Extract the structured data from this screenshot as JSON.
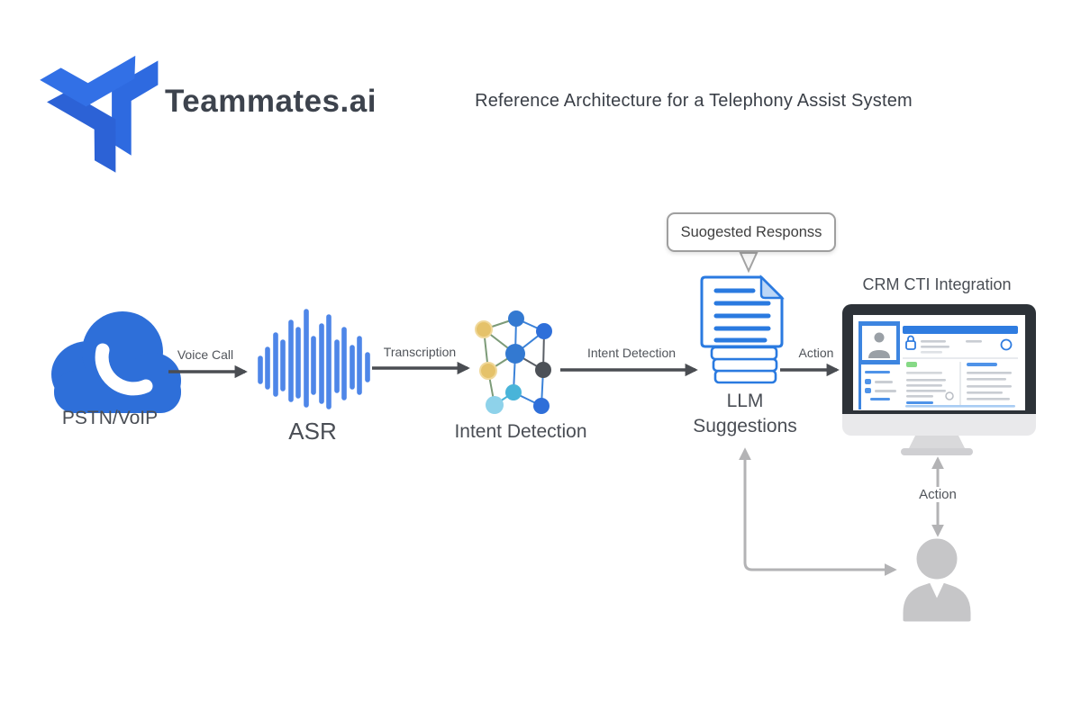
{
  "brand": {
    "name": "Teammates.ai"
  },
  "title": "Reference Architecture for a Telephony Assist System",
  "callout": {
    "text": "Suogested Responss"
  },
  "nodes": {
    "pstn": {
      "label": "PSTN/VoIP",
      "icon": "cloud-phone-icon"
    },
    "asr": {
      "label": "ASR",
      "icon": "audio-waveform-icon"
    },
    "intent": {
      "label": "Intent Detection",
      "icon": "neural-network-icon"
    },
    "llm": {
      "label": "LLM Suggestions",
      "icon": "document-stack-icon"
    },
    "crm": {
      "label": "CRM CTI Integration",
      "icon": "crm-monitor-icon"
    },
    "agent": {
      "icon": "agent-person-icon"
    }
  },
  "edges": {
    "voice_call": "Voice Call",
    "transcription": "Transcription",
    "intent_detection": "Intent Detection",
    "action_crm": "Action",
    "action_agent": "Action"
  },
  "colors": {
    "primary_blue": "#2e6ae0",
    "waveform_blue": "#4e86e8",
    "document_blue": "#2a7ae0",
    "arrow_dark": "#4a4d52",
    "arrow_light": "#b3b3b5",
    "monitor_frame": "#2d3238",
    "silhouette_gray": "#c6c6c8",
    "text_dark": "#3a3f47"
  }
}
